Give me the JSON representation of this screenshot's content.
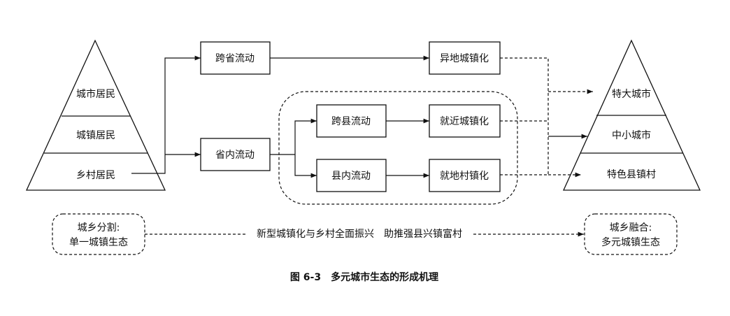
{
  "left_pyramid": {
    "tiers": [
      "城市居民",
      "城镇居民",
      "乡村居民"
    ]
  },
  "right_pyramid": {
    "tiers": [
      "特大城市",
      "中小城市",
      "特色县镇村"
    ]
  },
  "flows": {
    "inter_province": "跨省流动",
    "intra_province": "省内流动",
    "inter_county": "跨县流动",
    "intra_county": "县内流动"
  },
  "urbanization": {
    "remote": "异地城镇化",
    "nearby": "就近城镇化",
    "local_village": "就地村镇化"
  },
  "bottom": {
    "left_line1": "城乡分割:",
    "left_line2": "单一城镇生态",
    "middle": "新型城镇化与乡村全面振兴　助推强县兴镇富村",
    "right_line1": "城乡融合:",
    "right_line2": "多元城镇生态"
  },
  "caption": "图 6-3　多元城市生态的形成机理"
}
